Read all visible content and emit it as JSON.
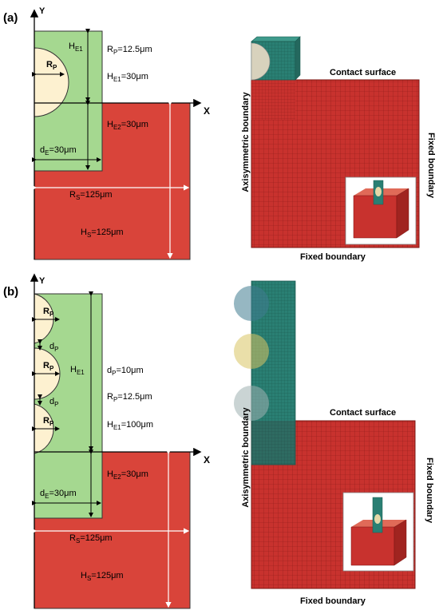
{
  "panel_a": {
    "label": "(a)",
    "axis_y": "Y",
    "axis_x": "X",
    "particle_radius_label": "R",
    "particle_radius_sub": "P",
    "he1_label": "H",
    "he1_sub": "E1",
    "rp_value": "=12.5μm",
    "rp_prefix": "R",
    "rp_prefix_sub": "P",
    "he1_value_prefix": "H",
    "he1_value_sub": "E1",
    "he1_value": "=30μm",
    "he2_prefix": "H",
    "he2_sub": "E2",
    "he2_value": "=30μm",
    "de_prefix": "d",
    "de_sub": "E",
    "de_value": "=30μm",
    "rs_prefix": "R",
    "rs_sub": "S",
    "rs_value": "=125μm",
    "hs_prefix": "H",
    "hs_sub": "S",
    "hs_value": "=125μm",
    "contact_surface": "Contact surface",
    "axisymmetric_boundary": "Axisymmetric boundary",
    "fixed_boundary_right": "Fixed boundary",
    "fixed_boundary_bottom": "Fixed boundary"
  },
  "panel_b": {
    "label": "(b)",
    "axis_y": "Y",
    "axis_x": "X",
    "rp_label": "R",
    "rp_sub": "P",
    "dp_label": "d",
    "dp_sub": "P",
    "he1_label": "H",
    "he1_sub": "E1",
    "dp_value_prefix": "d",
    "dp_value_sub": "P",
    "dp_value": "=10μm",
    "rp_value_prefix": "R",
    "rp_value_sub": "P",
    "rp_value": "=12.5μm",
    "he1_value_prefix": "H",
    "he1_value_sub": "E1",
    "he1_value": "=100μm",
    "he2_prefix": "H",
    "he2_sub": "E2",
    "he2_value": "=30μm",
    "de_prefix": "d",
    "de_sub": "E",
    "de_value": "=30μm",
    "rs_prefix": "R",
    "rs_sub": "S",
    "rs_value": "=125μm",
    "hs_prefix": "H",
    "hs_sub": "S",
    "hs_value": "=125μm",
    "contact_surface": "Contact surface",
    "axisymmetric_boundary": "Axisymmetric boundary",
    "fixed_boundary_right": "Fixed boundary",
    "fixed_boundary_bottom": "Fixed boundary"
  },
  "colors": {
    "electrolyte_green": "#a5d890",
    "substrate_red": "#d9443a",
    "particle_cream": "#fdf1d0",
    "mesh_red": "#c8322e",
    "mesh_teal": "#2a7f73"
  }
}
